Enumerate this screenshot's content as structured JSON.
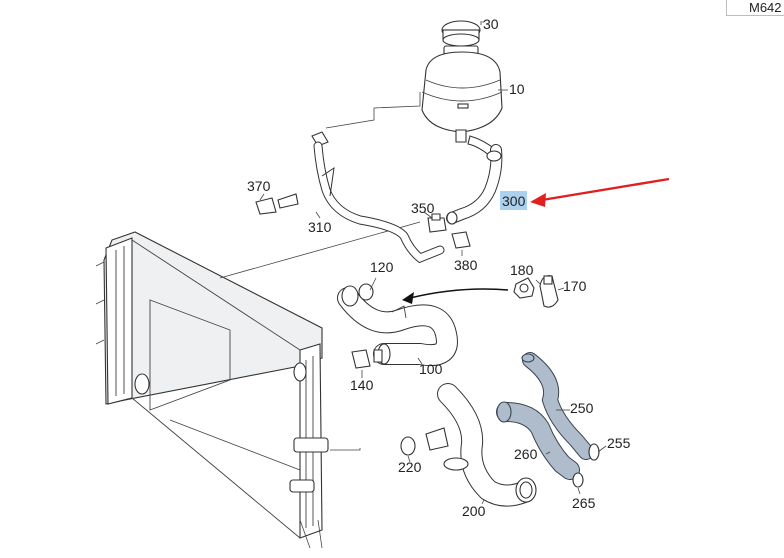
{
  "diagram_code": "M642",
  "highlighted_part": "300",
  "part_labels": [
    {
      "id": "p30",
      "text": "30"
    },
    {
      "id": "p10",
      "text": "10"
    },
    {
      "id": "p370",
      "text": "370"
    },
    {
      "id": "p310",
      "text": "310"
    },
    {
      "id": "p350",
      "text": "350"
    },
    {
      "id": "p300",
      "text": "300"
    },
    {
      "id": "p380",
      "text": "380"
    },
    {
      "id": "p120",
      "text": "120"
    },
    {
      "id": "p180",
      "text": "180"
    },
    {
      "id": "p170",
      "text": "170"
    },
    {
      "id": "p140",
      "text": "140"
    },
    {
      "id": "p100",
      "text": "100"
    },
    {
      "id": "p250",
      "text": "250"
    },
    {
      "id": "p255",
      "text": "255"
    },
    {
      "id": "p260",
      "text": "260"
    },
    {
      "id": "p220",
      "text": "220"
    },
    {
      "id": "p265",
      "text": "265"
    },
    {
      "id": "p200",
      "text": "200"
    }
  ],
  "colors": {
    "highlight": "#aad1ee",
    "pointer_arrow": "#e02020",
    "hose_blue": "#aebccb"
  }
}
